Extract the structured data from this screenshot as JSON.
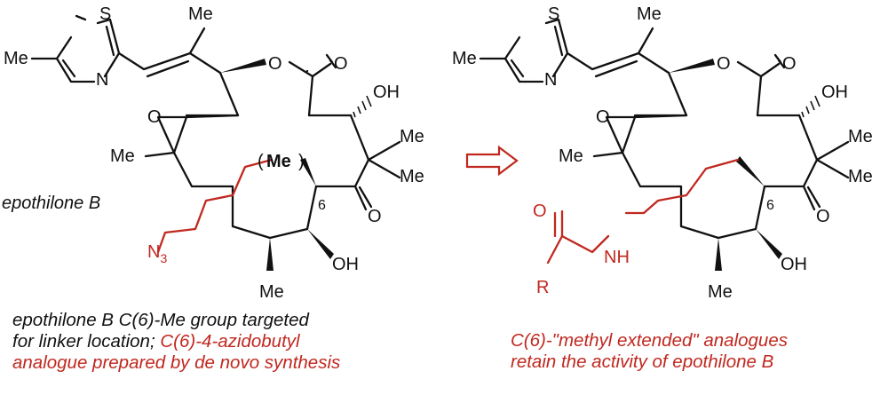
{
  "labels": {
    "compound_name": "epothilone B",
    "S": "S",
    "N": "N",
    "O": "O",
    "Me": "Me",
    "Me_paren": "Me",
    "paren_open": "(",
    "paren_close": ")",
    "OH": "OH",
    "locant_6": "6",
    "N3": "N",
    "N3_sub": "3",
    "NH": "NH",
    "R": "R"
  },
  "captions": {
    "left_line1": "epothilone B C(6)-Me group targeted",
    "left_line2_black": "for linker location; ",
    "left_line2_red": "C(6)-4-azidobutyl",
    "left_line3": "analogue prepared by de novo synthesis",
    "right_line1": "C(6)-\"methyl extended\" analogues",
    "right_line2": "retain the activity of epothilone B"
  },
  "colors": {
    "accent_red": "#c0281f",
    "ink": "#111111"
  },
  "icons": {
    "arrow": "retrosynthesis-open-arrow-icon"
  }
}
